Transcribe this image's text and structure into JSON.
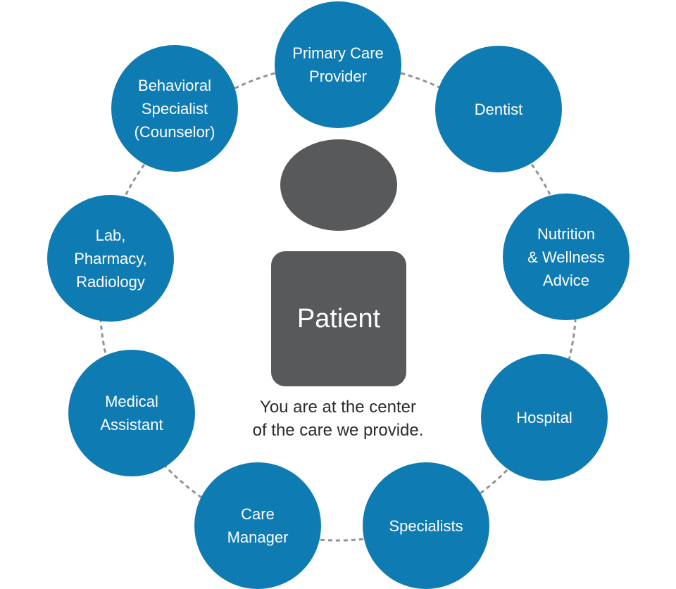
{
  "colors": {
    "node": "#0f7bb3",
    "patient": "#58595b",
    "ring": "#8f9397",
    "caption": "#2b2b2b"
  },
  "patient": {
    "label": "Patient",
    "icon": "person-icon"
  },
  "caption": {
    "line1": "You are at the center",
    "line2": "of the care we provide."
  },
  "nodes": [
    {
      "label": "Primary Care\nProvider"
    },
    {
      "label": "Dentist"
    },
    {
      "label": "Nutrition\n& Wellness\nAdvice"
    },
    {
      "label": "Hospital"
    },
    {
      "label": "Specialists"
    },
    {
      "label": "Care\nManager"
    },
    {
      "label": "Medical\nAssistant"
    },
    {
      "label": "Lab,\nPharmacy,\nRadiology"
    },
    {
      "label": "Behavioral\nSpecialist\n(Counselor)"
    }
  ]
}
